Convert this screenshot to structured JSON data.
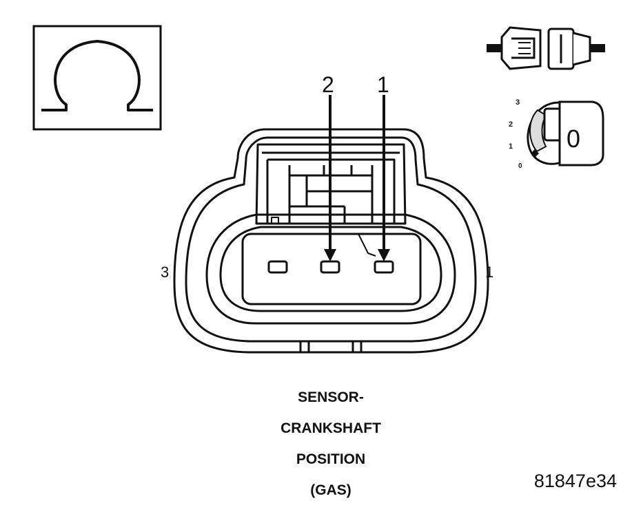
{
  "meter_symbol": "ohm-symbol-icon",
  "pin_labels": {
    "left": "3",
    "right": "1",
    "probe_2": "2",
    "probe_1": "1"
  },
  "ignition": {
    "positions": [
      "3",
      "2",
      "1",
      "0"
    ],
    "key_label": "0"
  },
  "caption": {
    "line1": "SENSOR-",
    "line2": "CRANKSHAFT",
    "line3": "POSITION",
    "line4": "(GAS)"
  },
  "figure_id": "81847e34"
}
